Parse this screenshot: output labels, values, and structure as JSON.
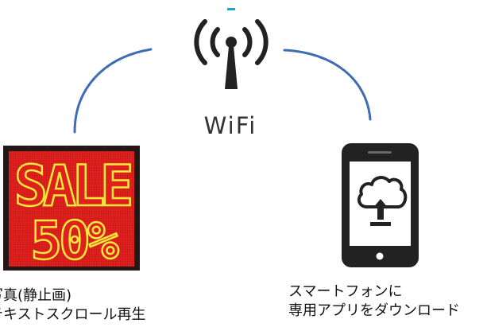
{
  "wifi": {
    "label": "WiFi",
    "icon": "wifi-antenna-icon"
  },
  "led_sign": {
    "line1": "SALE",
    "line2": "50%",
    "text_color": "#f2ea3a",
    "background_color": "#e0201c"
  },
  "phone": {
    "icon": "cloud-upload-icon"
  },
  "captions": {
    "left": [
      "写真(静止画)",
      "テキストスクロール再生"
    ],
    "right": [
      "スマートフォンに",
      "専用アプリをダウンロード"
    ]
  },
  "colors": {
    "connector": "#3f6cb5",
    "icon": "#222222",
    "accent_tick": "#1aa6c8"
  }
}
